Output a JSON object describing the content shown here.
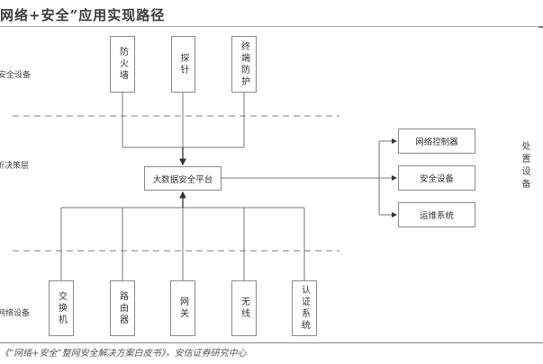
{
  "title": "网络+安全”应用实现路径",
  "layers": {
    "top": "安全设备",
    "middle": "析决策层",
    "bottom": "网络设备"
  },
  "security_devices": [
    "防火墙",
    "探针",
    "终端防护"
  ],
  "platform": "大数据安全平台",
  "network_devices": [
    "交换机",
    "路由器",
    "网关",
    "无线",
    "认证系统"
  ],
  "response_devices": [
    "网络控制器",
    "安全设备",
    "运维系统"
  ],
  "response_label": "处置设备",
  "footer": "《“网络+安全”整网安全解决方案白皮书》，安信证券研究中心"
}
